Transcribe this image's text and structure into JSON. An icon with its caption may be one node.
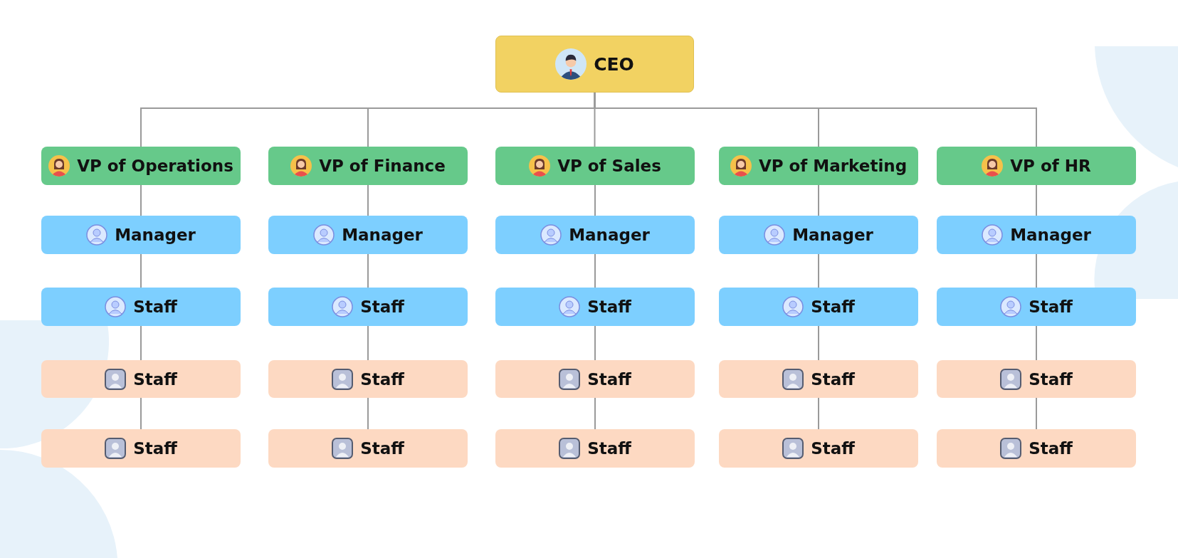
{
  "diagram": {
    "nodes": [
      {
        "text": [
          "CEO"
        ]
      },
      {
        "text": [
          "VP of Operations"
        ]
      },
      {
        "text": [
          "VP of Finance"
        ]
      },
      {
        "text": [
          "VP of Sales"
        ]
      },
      {
        "text": [
          "VP of Marketing"
        ]
      },
      {
        "text": [
          "VP of HR"
        ]
      },
      {
        "text": [
          "Manager"
        ]
      },
      {
        "text": [
          "Manager"
        ]
      },
      {
        "text": [
          "Manager"
        ]
      },
      {
        "text": [
          "Manager"
        ]
      },
      {
        "text": [
          "Manager"
        ]
      },
      {
        "text": [
          "Staff"
        ]
      },
      {
        "text": [
          "Staff"
        ]
      },
      {
        "text": [
          "Staff"
        ]
      },
      {
        "text": [
          "Staff"
        ]
      },
      {
        "text": [
          "Staff"
        ]
      },
      {
        "text": [
          "Staff"
        ]
      },
      {
        "text": [
          "Staff"
        ]
      },
      {
        "text": [
          "Staff"
        ]
      },
      {
        "text": [
          "Staff"
        ]
      },
      {
        "text": [
          "Staff"
        ]
      },
      {
        "text": [
          "Staff"
        ]
      },
      {
        "text": [
          "Staff"
        ]
      },
      {
        "text": [
          "Staff"
        ]
      },
      {
        "text": [
          "Staff"
        ]
      },
      {
        "text": [
          "Staff"
        ]
      }
    ],
    "edges": [
      {
        "from": 0,
        "to": 1,
        "arrow": "none"
      },
      {
        "from": 0,
        "to": 2,
        "arrow": "none"
      },
      {
        "from": 0,
        "to": 3,
        "arrow": "none"
      },
      {
        "from": 0,
        "to": 4,
        "arrow": "none"
      },
      {
        "from": 0,
        "to": 5,
        "arrow": "none"
      },
      {
        "from": 1,
        "to": 6,
        "arrow": "none"
      },
      {
        "from": 2,
        "to": 7,
        "arrow": "none"
      },
      {
        "from": 3,
        "to": 8,
        "arrow": "none"
      },
      {
        "from": 4,
        "to": 9,
        "arrow": "none"
      },
      {
        "from": 5,
        "to": 10,
        "arrow": "none"
      },
      {
        "from": 6,
        "to": 11,
        "arrow": "none"
      },
      {
        "from": 7,
        "to": 12,
        "arrow": "none"
      },
      {
        "from": 8,
        "to": 13,
        "arrow": "none"
      },
      {
        "from": 9,
        "to": 14,
        "arrow": "none"
      },
      {
        "from": 10,
        "to": 15,
        "arrow": "none"
      },
      {
        "from": 11,
        "to": 16,
        "arrow": "none"
      },
      {
        "from": 12,
        "to": 17,
        "arrow": "none"
      },
      {
        "from": 13,
        "to": 18,
        "arrow": "none"
      },
      {
        "from": 14,
        "to": 19,
        "arrow": "none"
      },
      {
        "from": 15,
        "to": 20,
        "arrow": "none"
      },
      {
        "from": 16,
        "to": 21,
        "arrow": "none"
      },
      {
        "from": 17,
        "to": 22,
        "arrow": "none"
      },
      {
        "from": 18,
        "to": 23,
        "arrow": "none"
      },
      {
        "from": 19,
        "to": 24,
        "arrow": "none"
      },
      {
        "from": 20,
        "to": 25,
        "arrow": "none"
      }
    ]
  }
}
